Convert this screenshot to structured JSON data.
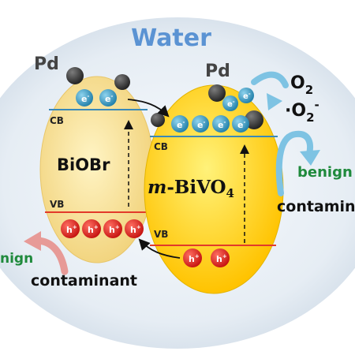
{
  "title": "Water",
  "metal_left": "Pd",
  "metal_right": "Pd",
  "electron_symbol": "e",
  "electron_charge": "-",
  "hole_symbol": "h",
  "hole_charge": "+",
  "semiconductor_left": {
    "name": "BiOBr",
    "cb_label": "CB",
    "vb_label": "VB"
  },
  "semiconductor_right": {
    "prefix": "m",
    "name": "-BiVO",
    "subscript": "4",
    "cb_label": "CB",
    "vb_label": "VB"
  },
  "oxygen": {
    "o2_symbol": "O",
    "o2_sub": "2",
    "radical_dot": "·",
    "radical_symbol": "O",
    "radical_sub": "2",
    "radical_charge": "-"
  },
  "products": {
    "left_benign": "nign",
    "left_contaminant": "contaminant",
    "right_benign": "benign",
    "right_contaminant": "contamin"
  },
  "colors": {
    "background_glow": "#dde6f0",
    "title_blue": "#5b93d3",
    "bioBr_fill": "#f6dc8a",
    "bivo4_fill": "#ffd21a",
    "cb_line": "#3a89b8",
    "vb_line": "#e23a2a",
    "electron": "#2e95c0",
    "hole": "#e0201c",
    "pd_particle": "#333333",
    "benign_green": "#1f8a3c",
    "arrow_blue": "#7ec3e3",
    "arrow_pink": "#e79a97"
  }
}
